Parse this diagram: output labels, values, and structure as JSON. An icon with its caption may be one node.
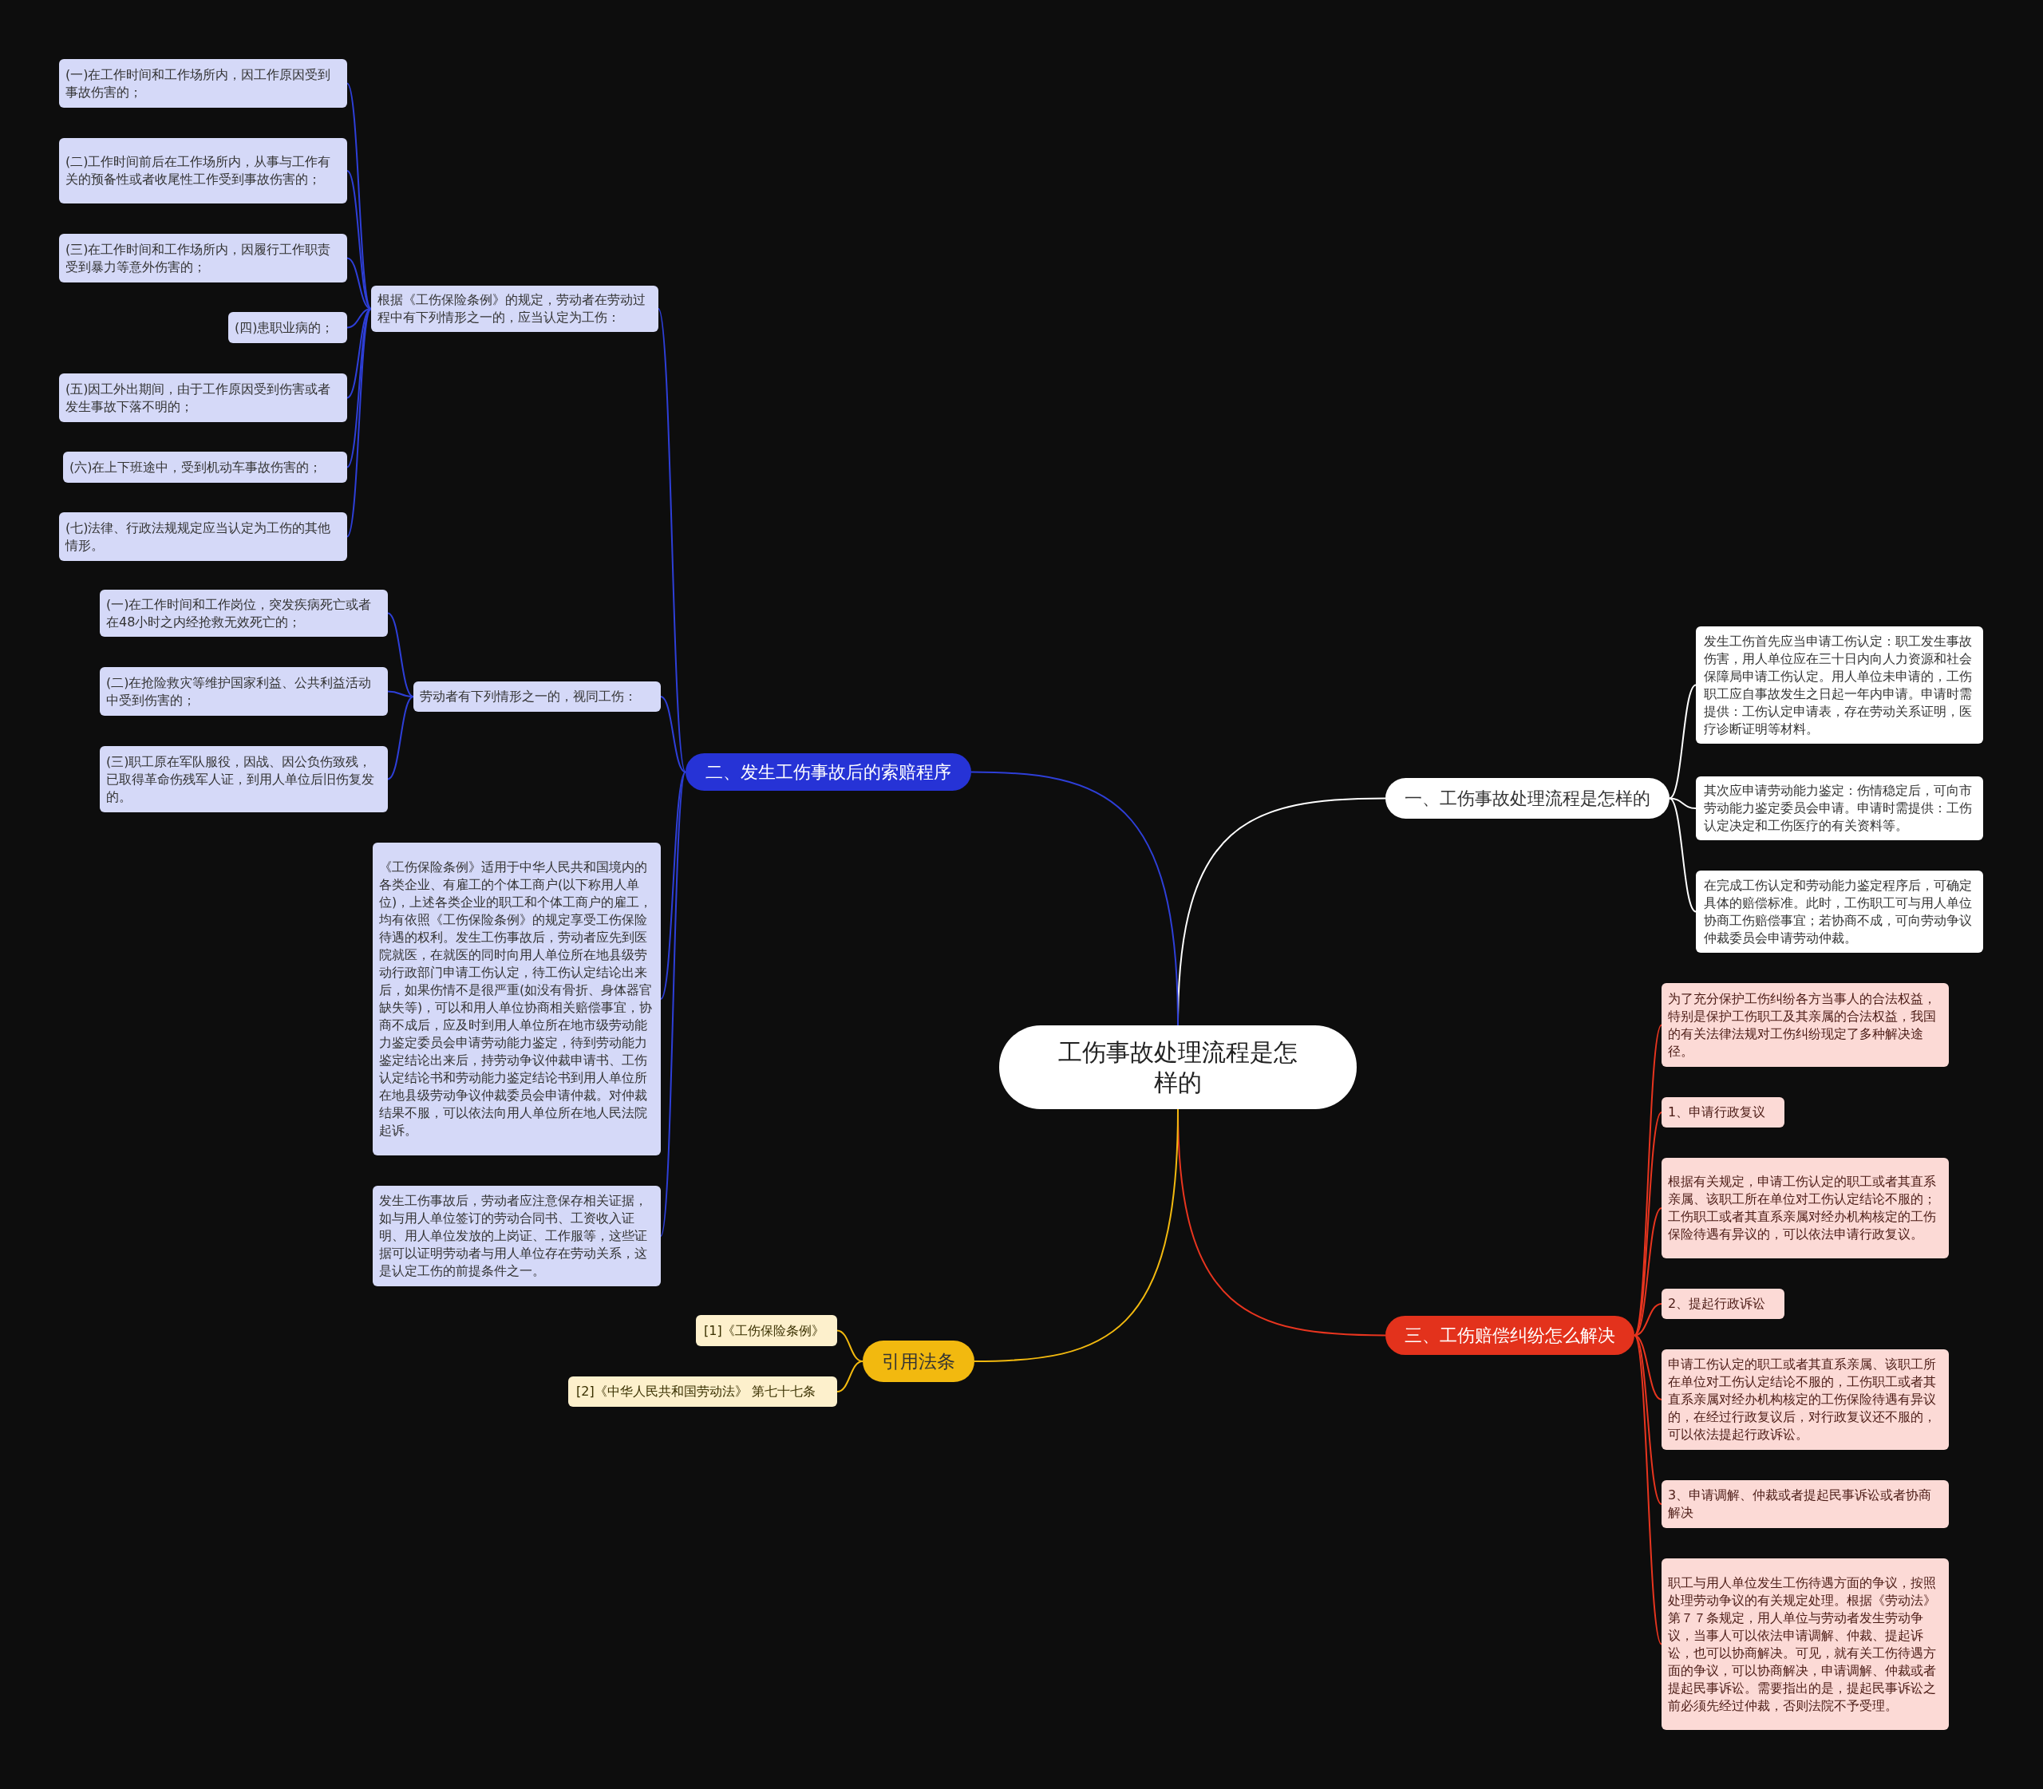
{
  "diagram": {
    "nodes": [
      {
        "text": [
          "工伤事故处理流程是怎样的"
        ]
      },
      {
        "text": [
          "一、工伤事故处理流程是怎样的"
        ]
      },
      {
        "text": [
          "发生工伤首先应当申请工伤认定：职工发生事故伤害，用人单位应在三十日内向人力资源和社会保障局申请工伤认定。用人单位未申请的，工伤职工应自事故发生之日起一年内申请。申请时需提供：工伤认定申请表，存在劳动关系证明，医疗诊断证明等材料。"
        ]
      },
      {
        "text": [
          "其次应申请劳动能力鉴定：伤情稳定后，可向市劳动能力鉴定委员会申请。申请时需提供：工伤认定决定和工伤医疗的有关资料等。"
        ]
      },
      {
        "text": [
          "在完成工伤认定和劳动能力鉴定程序后，可确定具体的赔偿标准。此时，工伤职工可与用人单位协商工伤赔偿事宜；若协商不成，可向劳动争议仲裁委员会申请劳动仲裁。"
        ]
      },
      {
        "text": [
          "二、发生工伤事故后的索赔程序"
        ]
      },
      {
        "text": [
          "根据《工伤保险条例》的规定，劳动者在劳动过程中有下列情形之一的，应当认定为工伤："
        ]
      },
      {
        "text": [
          "(一)在工作时间和工作场所内，因工作原因受到事故伤害的；"
        ]
      },
      {
        "text": [
          "(二)工作时间前后在工作场所内，从事与工作有关的预备性或者收尾性工作受到事故伤害的；"
        ]
      },
      {
        "text": [
          "(三)在工作时间和工作场所内，因履行工作职责受到暴力等意外伤害的；"
        ]
      },
      {
        "text": [
          "(四)患职业病的；"
        ]
      },
      {
        "text": [
          "(五)因工外出期间，由于工作原因受到伤害或者发生事故下落不明的；"
        ]
      },
      {
        "text": [
          "(六)在上下班途中，受到机动车事故伤害的；"
        ]
      },
      {
        "text": [
          "(七)法律、行政法规规定应当认定为工伤的其他情形。"
        ]
      },
      {
        "text": [
          "劳动者有下列情形之一的，视同工伤："
        ]
      },
      {
        "text": [
          "(一)在工作时间和工作岗位，突发疾病死亡或者在48小时之内经抢救无效死亡的；"
        ]
      },
      {
        "text": [
          "(二)在抢险救灾等维护国家利益、公共利益活动中受到伤害的；"
        ]
      },
      {
        "text": [
          "(三)职工原在军队服役，因战、因公负伤致残，已取得革命伤残军人证，到用人单位后旧伤复发的。"
        ]
      },
      {
        "text": [
          "《工伤保险条例》适用于中华人民共和国境内的各类企业、有雇工的个体工商户(以下称用人单位)，上述各类企业的职工和个体工商户的雇工，均有依照《工伤保险条例》的规定享受工伤保险待遇的权利。发生工伤事故后，劳动者应先到医院就医，在就医的同时向用人单位所在地县级劳动行政部门申请工伤认定，待工伤认定结论出来后，如果伤情不是很严重(如没有骨折、身体器官缺失等)，可以和用人单位协商相关赔偿事宜，协商不成后，应及时到用人单位所在地市级劳动能力鉴定委员会申请劳动能力鉴定，待到劳动能力鉴定结论出来后，持劳动争议仲裁申请书、工伤认定结论书和劳动能力鉴定结论书到用人单位所在地县级劳动争议仲裁委员会申请仲裁。对仲裁结果不服，可以依法向用人单位所在地人民法院起诉。"
        ]
      },
      {
        "text": [
          "发生工伤事故后，劳动者应注意保存相关证据，如与用人单位签订的劳动合同书、工资收入证明、用人单位发放的上岗证、工作服等，这些证据可以证明劳动者与用人单位存在劳动关系，这是认定工伤的前提条件之一。"
        ]
      },
      {
        "text": [
          "三、工伤赔偿纠纷怎么解决"
        ]
      },
      {
        "text": [
          "为了充分保护工伤纠纷各方当事人的合法权益，特别是保护工伤职工及其亲属的合法权益，我国的有关法律法规对工伤纠纷现定了多种解决途径。"
        ]
      },
      {
        "text": [
          "1、申请行政复议"
        ]
      },
      {
        "text": [
          "根据有关规定，申请工伤认定的职工或者其直系亲属、该职工所在单位对工伤认定结论不服的；工伤职工或者其直系亲属对经办机构核定的工伤保险待遇有异议的，可以依法申请行政复议。"
        ]
      },
      {
        "text": [
          "2、提起行政诉讼"
        ]
      },
      {
        "text": [
          "申请工伤认定的职工或者其直系亲属、该职工所在单位对工伤认定结论不服的，工伤职工或者其直系亲属对经办机构核定的工伤保险待遇有异议的，在经过行政复议后，对行政复议还不服的，可以依法提起行政诉讼。"
        ]
      },
      {
        "text": [
          "3、申请调解、仲裁或者提起民事诉讼或者协商解决"
        ]
      },
      {
        "text": [
          "职工与用人单位发生工伤待遇方面的争议，按照处理劳动争议的有关规定处理。根据《劳动法》第７７条规定，用人单位与劳动者发生劳动争议，当事人可以依法申请调解、仲裁、提起诉讼，也可以协商解决。可见，就有关工伤待遇方面的争议，可以协商解决，申请调解、仲裁或者提起民事诉讼。需要指出的是，提起民事诉讼之前必须先经过仲裁，否则法院不予受理。"
        ]
      },
      {
        "text": [
          "引用法条"
        ]
      },
      {
        "text": [
          "[1]《工伤保险条例》"
        ]
      },
      {
        "text": [
          "[2]《中华人民共和国劳动法》 第七十七条"
        ]
      }
    ],
    "edges": [
      {
        "from": 0,
        "to": 1,
        "arrow": "none",
        "color": "#ffffff"
      },
      {
        "from": 1,
        "to": 2,
        "arrow": "none",
        "color": "#ffffff"
      },
      {
        "from": 1,
        "to": 3,
        "arrow": "none",
        "color": "#ffffff"
      },
      {
        "from": 1,
        "to": 4,
        "arrow": "none",
        "color": "#ffffff"
      },
      {
        "from": 0,
        "to": 5,
        "arrow": "none"
      },
      {
        "from": 5,
        "to": 6,
        "arrow": "none"
      },
      {
        "from": 6,
        "to": 7,
        "arrow": "none"
      },
      {
        "from": 6,
        "to": 8,
        "arrow": "none"
      },
      {
        "from": 6,
        "to": 9,
        "arrow": "none"
      },
      {
        "from": 6,
        "to": 10,
        "arrow": "none"
      },
      {
        "from": 6,
        "to": 11,
        "arrow": "none"
      },
      {
        "from": 6,
        "to": 12,
        "arrow": "none"
      },
      {
        "from": 6,
        "to": 13,
        "arrow": "none"
      },
      {
        "from": 5,
        "to": 14,
        "arrow": "none"
      },
      {
        "from": 14,
        "to": 15,
        "arrow": "none"
      },
      {
        "from": 14,
        "to": 16,
        "arrow": "none"
      },
      {
        "from": 14,
        "to": 17,
        "arrow": "none"
      },
      {
        "from": 5,
        "to": 18,
        "arrow": "none"
      },
      {
        "from": 5,
        "to": 19,
        "arrow": "none"
      },
      {
        "from": 0,
        "to": 20,
        "arrow": "none",
        "color": "#e8351f"
      },
      {
        "from": 20,
        "to": 21,
        "arrow": "none",
        "color": "#e8351f"
      },
      {
        "from": 20,
        "to": 22,
        "arrow": "none",
        "color": "#e8351f"
      },
      {
        "from": 20,
        "to": 23,
        "arrow": "none",
        "color": "#e8351f"
      },
      {
        "from": 20,
        "to": 24,
        "arrow": "none",
        "color": "#e8351f"
      },
      {
        "from": 20,
        "to": 25,
        "arrow": "none",
        "color": "#e8351f"
      },
      {
        "from": 20,
        "to": 26,
        "arrow": "none",
        "color": "#e8351f"
      },
      {
        "from": 20,
        "to": 27,
        "arrow": "none",
        "color": "#e8351f"
      },
      {
        "from": 0,
        "to": 28,
        "arrow": "none",
        "color": "#f2b90f"
      },
      {
        "from": 28,
        "to": 29,
        "arrow": "none",
        "color": "#f2b90f"
      },
      {
        "from": 28,
        "to": 30,
        "arrow": "none",
        "color": "#f2b90f"
      }
    ]
  }
}
